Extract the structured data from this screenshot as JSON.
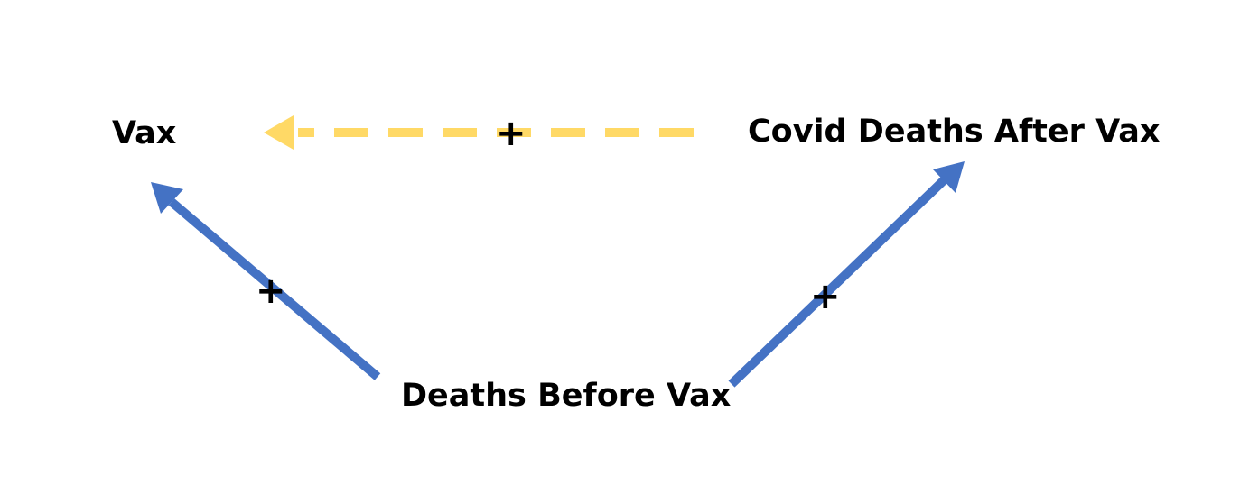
{
  "nodes": {
    "vax": "Vax",
    "covid_deaths_after_vax": "Covid Deaths After Vax",
    "deaths_before_vax": "Deaths Before Vax"
  },
  "edges": [
    {
      "from": "covid_deaths_after_vax",
      "to": "vax",
      "sign": "+",
      "style": "dashed",
      "color": "#FFD966"
    },
    {
      "from": "deaths_before_vax",
      "to": "vax",
      "sign": "+",
      "style": "solid",
      "color": "#4472C4"
    },
    {
      "from": "deaths_before_vax",
      "to": "covid_deaths_after_vax",
      "sign": "+",
      "style": "solid",
      "color": "#4472C4"
    }
  ],
  "colors": {
    "causal_arrow": "#4472C4",
    "dashed_arrow": "#FFD966",
    "text": "#000000",
    "background": "#FFFFFF"
  }
}
